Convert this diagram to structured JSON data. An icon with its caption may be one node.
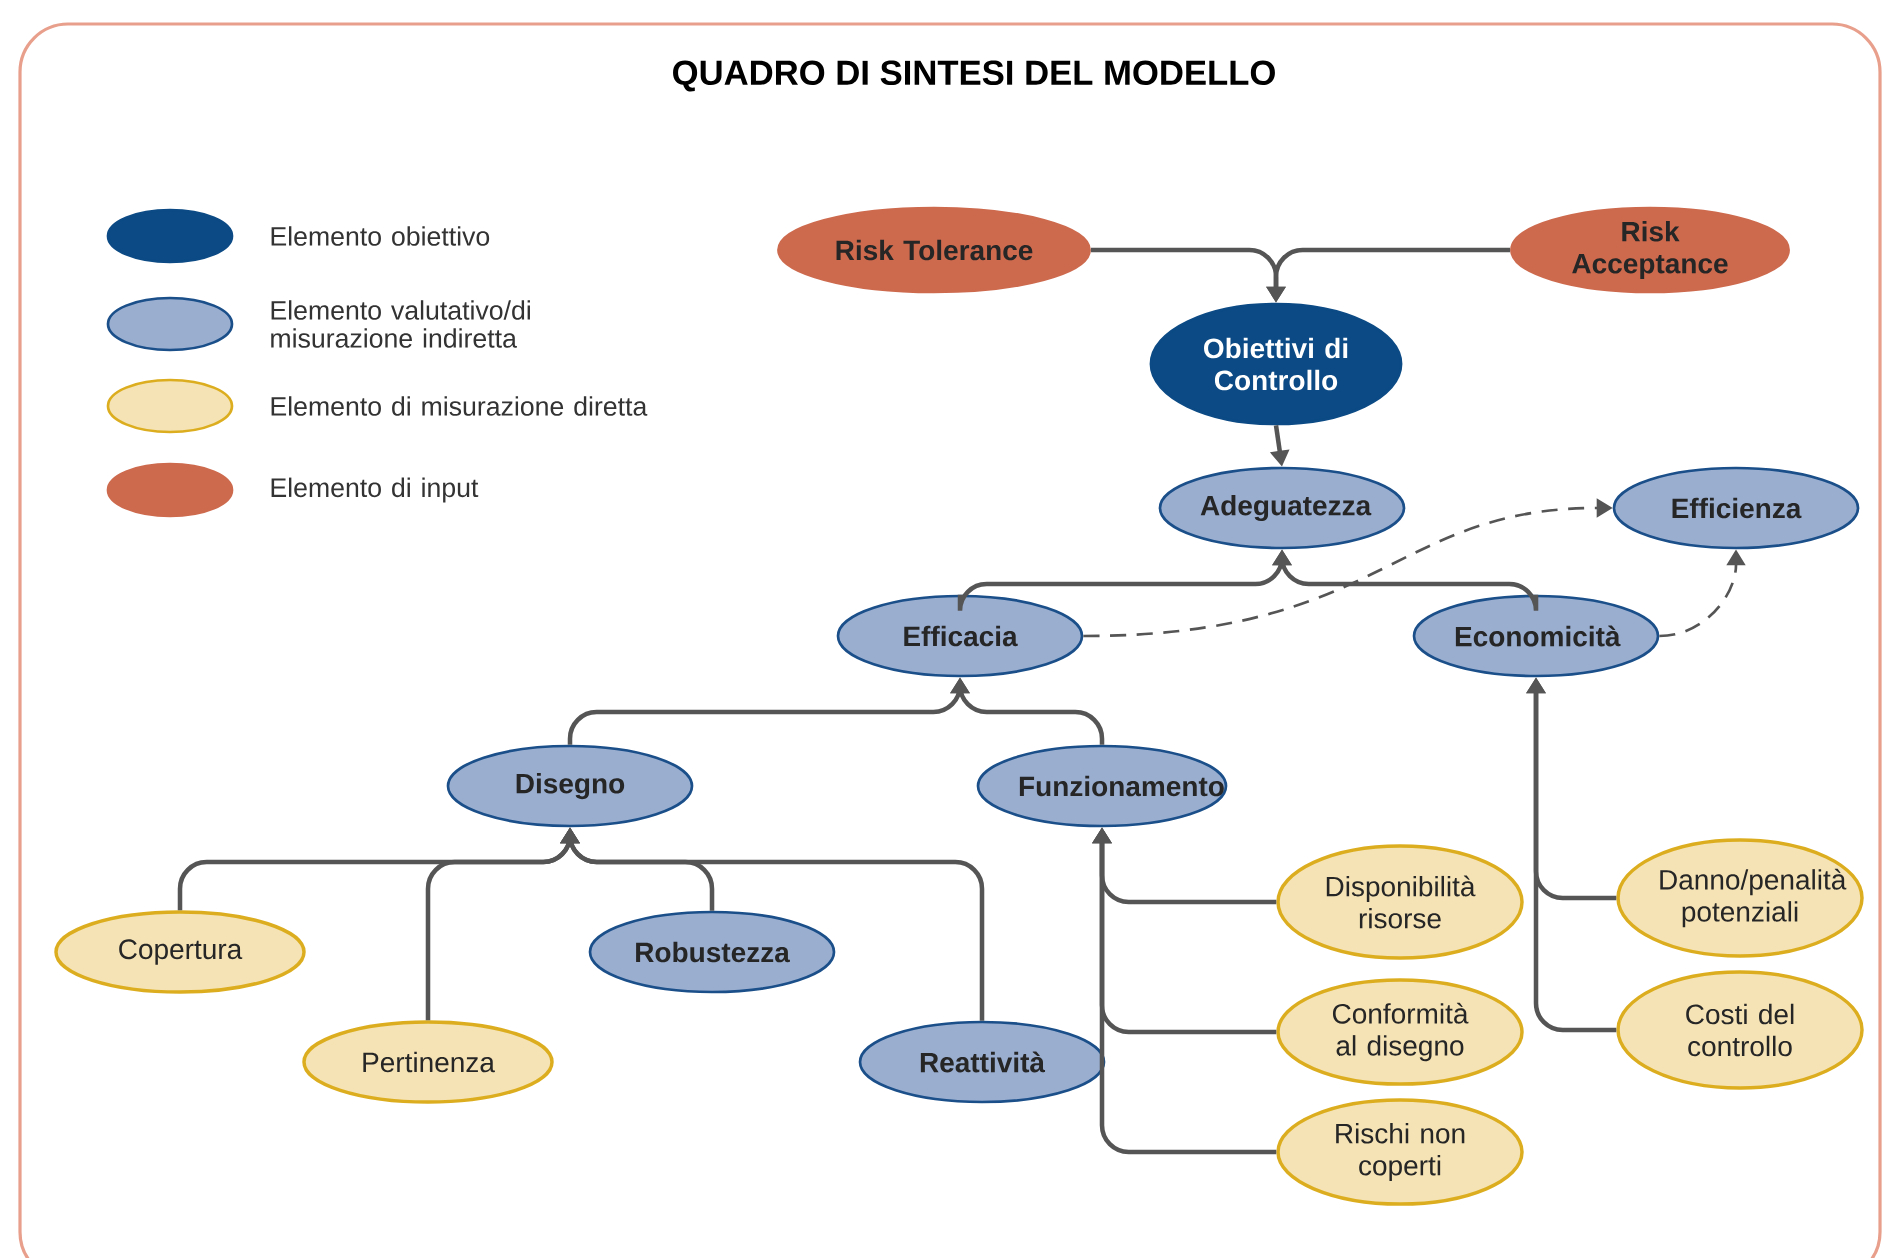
{
  "diagram": {
    "title": "QUADRO DI SINTESI DEL MODELLO",
    "nodes": [
      {
        "text": [
          "Risk Tolerance"
        ]
      },
      {
        "text": [
          "Risk Acceptance"
        ]
      },
      {
        "text": [
          "Obiettivi di Controllo"
        ]
      },
      {
        "text": [
          "Adeguatezza"
        ]
      },
      {
        "text": [
          "Efficienza"
        ]
      },
      {
        "text": [
          "Efficacia"
        ]
      },
      {
        "text": [
          "Economicità"
        ]
      },
      {
        "text": [
          "Disegno"
        ]
      },
      {
        "text": [
          "Funzionamento"
        ]
      },
      {
        "text": [
          "Copertura"
        ]
      },
      {
        "text": [
          "Pertinenza"
        ]
      },
      {
        "text": [
          "Robustezza"
        ]
      },
      {
        "text": [
          "Reattività"
        ]
      },
      {
        "text": [
          "Disponibilità risorse"
        ]
      },
      {
        "text": [
          "Conformità al disegno"
        ]
      },
      {
        "text": [
          "Rischi non coperti"
        ]
      },
      {
        "text": [
          "Danno/penalità potenziali"
        ]
      },
      {
        "text": [
          "Costi del controllo"
        ]
      }
    ],
    "edges": [
      {
        "from": 0,
        "to": 2,
        "arrow": "to"
      },
      {
        "from": 1,
        "to": 2,
        "arrow": "to"
      },
      {
        "from": 2,
        "to": 3,
        "arrow": "to"
      },
      {
        "from": 5,
        "to": 3,
        "arrow": "to"
      },
      {
        "from": 6,
        "to": 3,
        "arrow": "to"
      },
      {
        "from": 5,
        "to": 4,
        "arrow": "to",
        "style": "dashed"
      },
      {
        "from": 6,
        "to": 4,
        "arrow": "to",
        "style": "dashed"
      },
      {
        "from": 7,
        "to": 5,
        "arrow": "to"
      },
      {
        "from": 8,
        "to": 5,
        "arrow": "to"
      },
      {
        "from": 9,
        "to": 7,
        "arrow": "to"
      },
      {
        "from": 10,
        "to": 7,
        "arrow": "to"
      },
      {
        "from": 11,
        "to": 7,
        "arrow": "to"
      },
      {
        "from": 12,
        "to": 7,
        "arrow": "to"
      },
      {
        "from": 13,
        "to": 8,
        "arrow": "to"
      },
      {
        "from": 14,
        "to": 8,
        "arrow": "to"
      },
      {
        "from": 15,
        "to": 8,
        "arrow": "to"
      },
      {
        "from": 16,
        "to": 6,
        "arrow": "to"
      },
      {
        "from": 17,
        "to": 6,
        "arrow": "to"
      }
    ],
    "legend": [
      {
        "text": "Elemento obiettivo",
        "color": "#0b4a84"
      },
      {
        "text": "Elemento valutativo/di misurazione indiretta",
        "color": "#9aaed0"
      },
      {
        "text": "Elemento di misurazione diretta",
        "color": "#f5e3b5"
      },
      {
        "text": "Elemento di input",
        "color": "#cd6a4e"
      }
    ]
  }
}
